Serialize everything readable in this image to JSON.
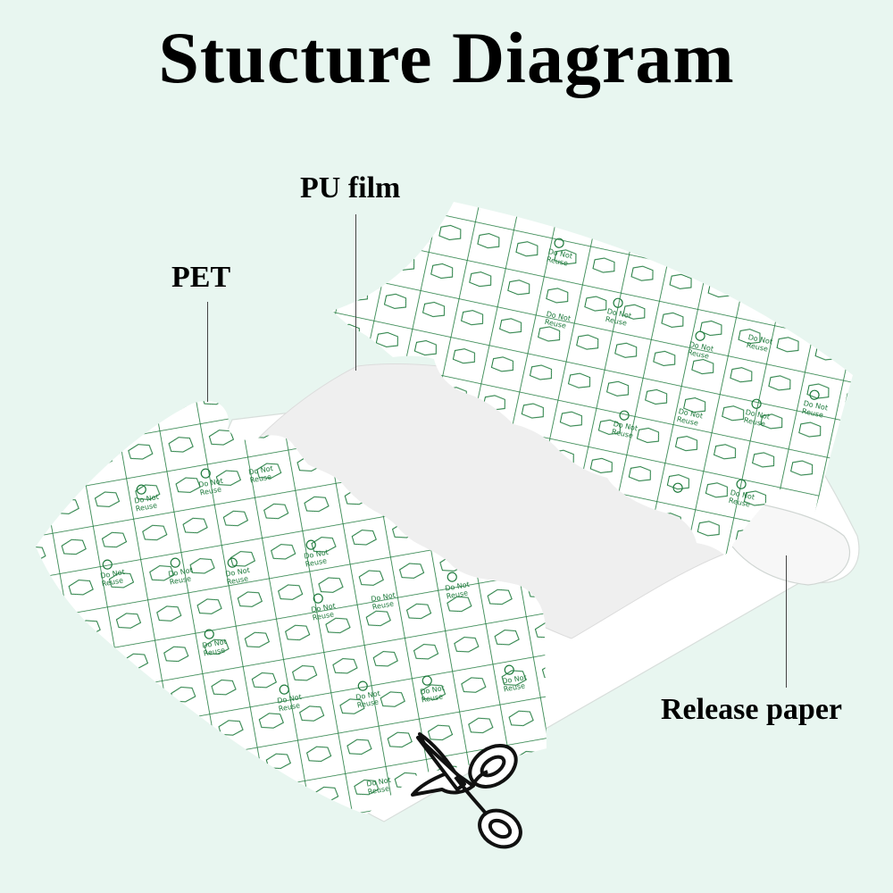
{
  "title": "Stucture Diagram",
  "labels": {
    "pu_film": "PU film",
    "pet": "PET",
    "release_paper": "Release paper"
  },
  "sheet_text": {
    "warning_line1": "Do Not",
    "warning_line2": "Reuse"
  },
  "colors": {
    "background": "#e8f6f0",
    "grid_green": "#1e7a3c",
    "film": "#f2f2f2",
    "release_paper": "#ffffff"
  },
  "icons": [
    "scissors-icon",
    "pin-icon",
    "do-not-reuse-icon"
  ]
}
